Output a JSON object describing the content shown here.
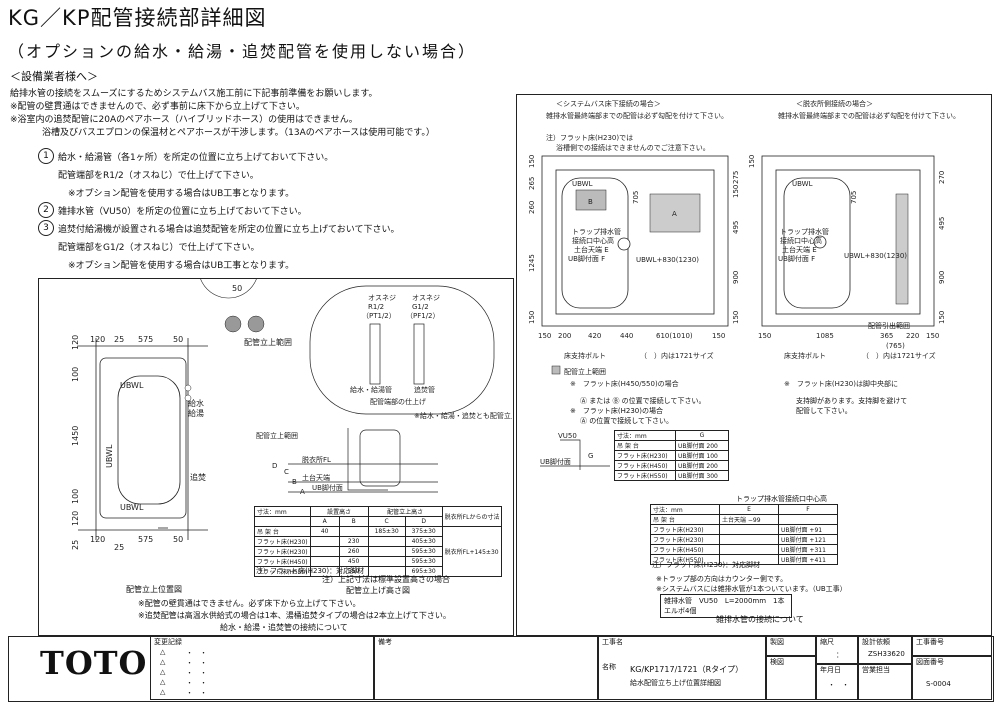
{
  "header": {
    "title": "KG／KP配管接続部詳細図",
    "subtitle": "（オプションの給水・給湯・追焚配管を使用しない場合）",
    "notice_heading": "＜設備業者様へ＞"
  },
  "notes": [
    "給排水管の接続をスムーズにするためシステムバス施工前に下記事前準備をお願いします。",
    "※配管の壁貫通はできませんので、必ず事前に床下から立上げて下さい。",
    "※浴室内の追焚配管に20Aのペアホース（ハイブリッドホース）の使用はできません。",
    "浴槽及びバスエプロンの保温材とペアホースが干渉します。（13Aのペアホースは使用可能です。）"
  ],
  "steps": [
    {
      "num": "1",
      "text": "給水・給湯管（各1ヶ所）を所定の位置に立ち上げておいて下さい。",
      "sub": "配管端部をR1/2（オスねじ）で仕上げて下さい。",
      "sub2": "※オプション配管を使用する場合はUB工事となります。"
    },
    {
      "num": "2",
      "text": "雑排水管（VU50）を所定の位置に立ち上げておいて下さい。"
    },
    {
      "num": "3",
      "text": "追焚付給湯機が設置される場合は追焚配管を所定の位置に立ち上げておいて下さい。",
      "sub": "配管端部をG1/2（オスねじ）で仕上げて下さい。",
      "sub2": "※オプション配管を使用する場合はUB工事となります。"
    }
  ],
  "left_drawing": {
    "dims_top": [
      "120",
      "25",
      "575",
      "50"
    ],
    "dims_bottom": [
      "120",
      "25",
      "575",
      "50"
    ],
    "dims_side": [
      "120",
      "100",
      "1450",
      "100",
      "120",
      "25"
    ],
    "dim_50": "50",
    "labels": {
      "ubwl": "UBWL",
      "kyusui": "給水",
      "kyuto": "給湯",
      "oidaki": "追焚",
      "range": "配管立上範囲"
    },
    "caption": "配管立上位置図",
    "notes": [
      "※配管の壁貫通はできません。必ず床下から立上げて下さい。",
      "※追焚配管は高温水供給式の場合は1本、湯桶追焚タイプの場合は2本立上げて下さい。"
    ],
    "footer": "給水・給湯・追焚管の接続について"
  },
  "pipe_detail": {
    "male_label": "オスネジ",
    "left_label": "R1/2",
    "left_sub": "（PT1/2）",
    "right_label": "G1/2",
    "right_sub": "（PF1/2）",
    "left_name": "給水・給湯管",
    "right_name": "追焚管",
    "caption": "配管端部の仕上げ",
    "note": "※給水・給湯・追焚とも配管立上げ高さは同じです。"
  },
  "section": {
    "labels": {
      "pipe_range": "配管立上範囲",
      "floor_fl": "脱衣所FL",
      "subfloor": "土台天端",
      "ub_base": "UB脚付面"
    },
    "dims": [
      "D",
      "C",
      "B",
      "A"
    ]
  },
  "height_table": {
    "header": [
      "寸法：mm",
      "設置高さ",
      "",
      "",
      "配管立上高さ",
      "脱衣所FLからの寸法"
    ],
    "cols": [
      "A",
      "B",
      "C",
      "D"
    ],
    "rows": [
      [
        "吊 架 台",
        "40",
        "",
        "185±30",
        "375±30"
      ],
      [
        "フラット床(H230)",
        "",
        "230",
        "",
        "405±30"
      ],
      [
        "フラット床(H230)",
        "",
        "260",
        "",
        "595±30"
      ],
      [
        "フラット床(H450)",
        "",
        "450",
        "",
        "595±30"
      ],
      [
        "フラット床(H550)",
        "",
        "550",
        "",
        "695±30"
      ]
    ],
    "fl_note": "脱衣所FL+145±30",
    "footnote": "注）フラット床(H230)：対応脚材",
    "caption_note": "注）上記寸法は標準設置高さの場合",
    "caption": "配管立上げ高さ図"
  },
  "right_top": {
    "left_title": "＜システムバス床下接続の場合＞",
    "left_sub": "雑排水管最終端部までの配管は必ず勾配を付けて下さい。",
    "right_title": "＜脱衣所側接続の場合＞",
    "right_sub": "雑排水管最終端部までの配管は必ず勾配を付けて下さい。",
    "note_h230": "注）フラット床(H230)では",
    "note_h230b": "浴槽側での接続はできませんのでご注意下さい。",
    "left_dims_bottom": [
      "150",
      "200",
      "420",
      "440",
      "610(1010)",
      "150"
    ],
    "left_dims_side": [
      "150",
      "265",
      "260",
      "1245",
      "150"
    ],
    "left_dims_right": [
      "275",
      "150",
      "495",
      "900",
      "150"
    ],
    "left_dim_705": "705",
    "left_ubwl": "UBWL",
    "left_ubwl2": "UBWL+830(1230)",
    "trap_label": "トラップ排水管",
    "trap_center": "接続口中心高",
    "trap_e": "土台天端 E",
    "trap_f": "UB脚付面 F",
    "a_mark": "A",
    "b_mark": "B",
    "right_dims_bottom": [
      "150",
      "1085",
      "365",
      "220",
      "150"
    ],
    "right_dims_side": [
      "150",
      "270",
      "495",
      "900",
      "150"
    ],
    "right_dims_right": [
      "150",
      "270",
      "495",
      "900",
      "150"
    ],
    "right_dim_705": "705",
    "right_ubwl": "UBWL",
    "right_ubwl2": "UBWL+830(1230)",
    "right_765": "(765)",
    "right_out": "配管引出範囲",
    "legend_bolt": "床支持ボルト",
    "legend_paren": "（　）内は1721サイズ",
    "legend_hatch": "配管立上範囲",
    "left_note1": "※　フラット床(H450/550)の場合",
    "left_note2": "Ⓐ または Ⓑ の位置で接続して下さい。",
    "left_note3": "※　フラット床(H230)の場合",
    "left_note4": "Ⓐ の位置で接続して下さい。",
    "right_note1": "※　フラット床(H230)は脚中央部に",
    "right_note2": "支持脚があります。支持脚を避けて",
    "right_note3": "配管して下さい。"
  },
  "vu50": {
    "label": "VU50",
    "subfloor": "土台天端",
    "ub": "UB脚付面",
    "g": "G"
  },
  "g_table": {
    "header": [
      "寸法：mm",
      "G"
    ],
    "rows": [
      [
        "吊 架 台",
        "UB脚付面 200"
      ],
      [
        "フラット床(H230)",
        "UB脚付面 100"
      ],
      [
        "フラット床(H450)",
        "UB脚付面 200"
      ],
      [
        "フラット床(H550)",
        "UB脚付面 300"
      ]
    ]
  },
  "trap_table": {
    "title": "トラップ排水管接続口中心高",
    "header": [
      "寸法：mm",
      "E",
      "F"
    ],
    "rows": [
      [
        "吊 架 台",
        "土台天端 −99",
        ""
      ],
      [
        "フラット床(H230)",
        "",
        "UB脚付面 +91"
      ],
      [
        "フラット床(H230)",
        "",
        "UB脚付面 +121"
      ],
      [
        "フラット床(H450)",
        "",
        "UB脚付面 +311"
      ],
      [
        "フラット床(H550)",
        "",
        "UB脚付面 +411"
      ]
    ],
    "footnote": "注）フラット床(H230)：対応脚材",
    "note1": "※トラップ部の方向はカウンター側です。",
    "note2": "※システムバスには雑排水管が1本ついています。（UB工事）",
    "pipe_spec": "雑排水管　VU50　L=2000mm　1本",
    "pipe_spec2": "エルボ4個",
    "footer": "雑排水管の接続について"
  },
  "title_block": {
    "logo": "TOTO",
    "revision": "変更記録",
    "remarks": "備考",
    "work_name": "工事名",
    "name_label": "名称",
    "drawing_name": "KG/KP1717/1721（Rタイプ）",
    "drawing_name2": "給水配管立ち上げ位置詳細図",
    "drawn": "製図",
    "checked": "検図",
    "scale": "縮尺",
    "design_no": "設計依頼",
    "design_val": "ZSH33620",
    "date": "年月日",
    "sales": "営業担当",
    "work_no": "工事番号",
    "fig_no": "図面番号",
    "fig_val": "S-0004",
    "colon": "：",
    "dots": "・　・",
    "tri": "△"
  }
}
